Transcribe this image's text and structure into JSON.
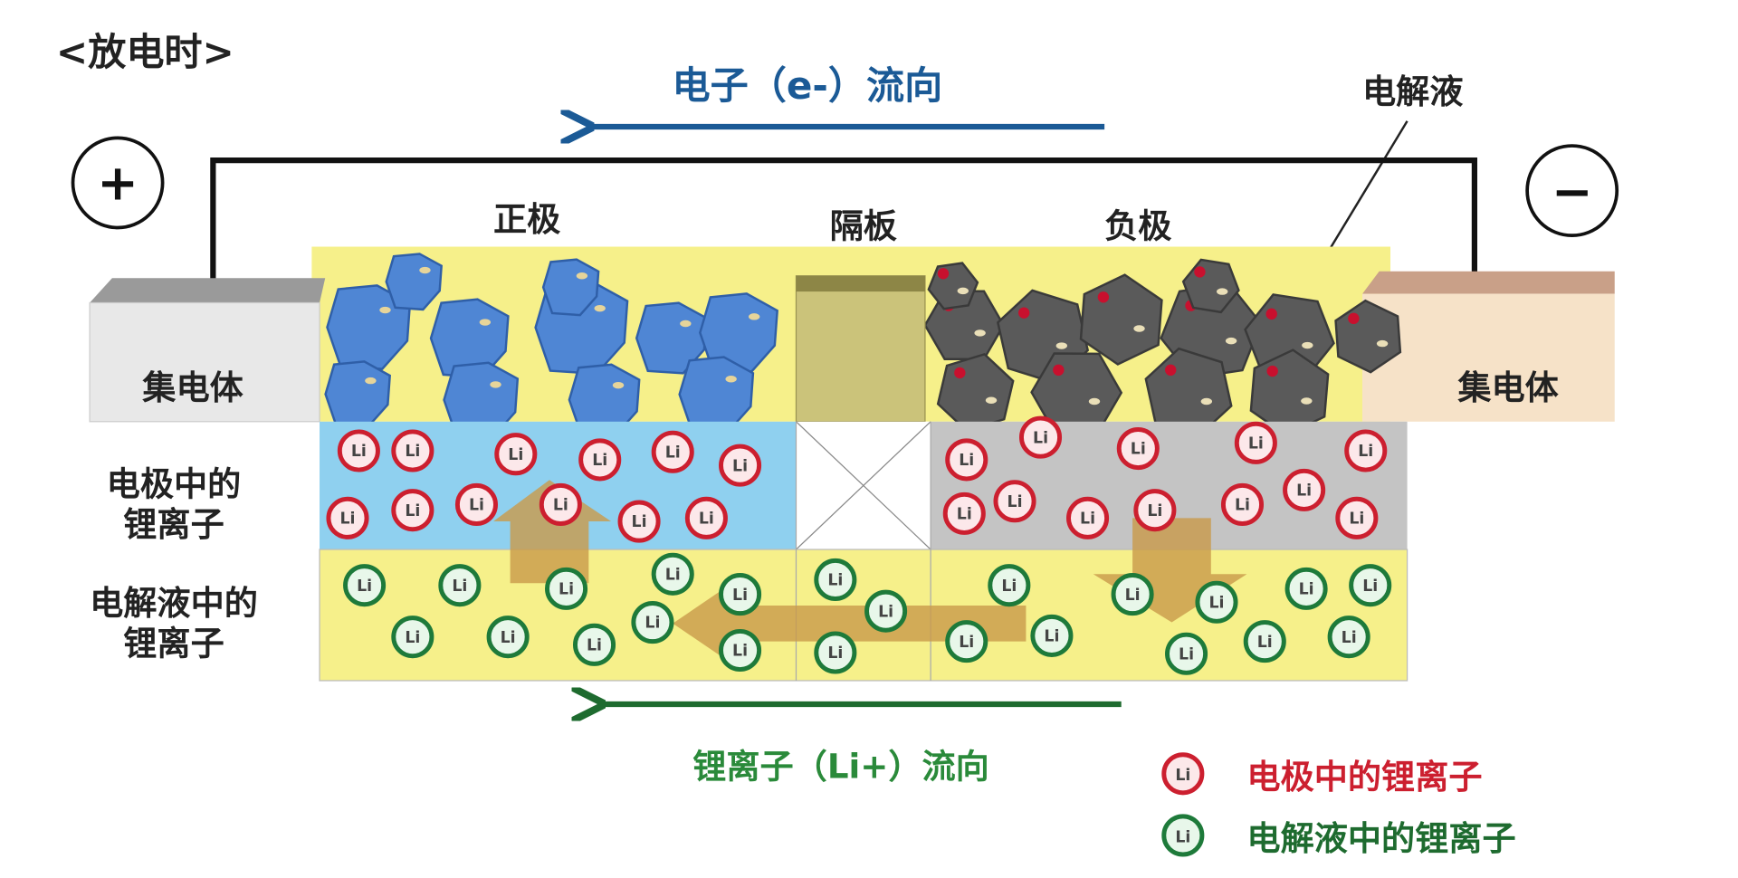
{
  "title": "<放电时>",
  "electron_flow_label": "电子（e-）流向",
  "electrolyte_label": "电解液",
  "positive_terminal": "+",
  "negative_terminal": "−",
  "cathode_label": "正极",
  "separator_label": "隔板",
  "anode_label": "负极",
  "collector_left_label": "集电体",
  "collector_right_label": "集电体",
  "row_labels": {
    "electrode_line1": "电极中的",
    "electrode_line2": "锂离子",
    "electrolyte_line1": "电解液中的",
    "electrolyte_line2": "锂离子"
  },
  "ion_flow_label": "锂离子（Li+）流向",
  "ion_symbol": "Li",
  "legend": [
    {
      "label": "电极中的锂离子",
      "color": "#cc1f2f"
    },
    {
      "label": "电解液中的锂离子",
      "color": "#1e7a3a"
    }
  ],
  "colors": {
    "electron_arrow": "#1b5a96",
    "ion_arrow": "#1e6b2f",
    "electrolyte": "#f6f08a",
    "cathode_panel": "#8fd0ef",
    "anode_panel": "#c4c4c4"
  }
}
